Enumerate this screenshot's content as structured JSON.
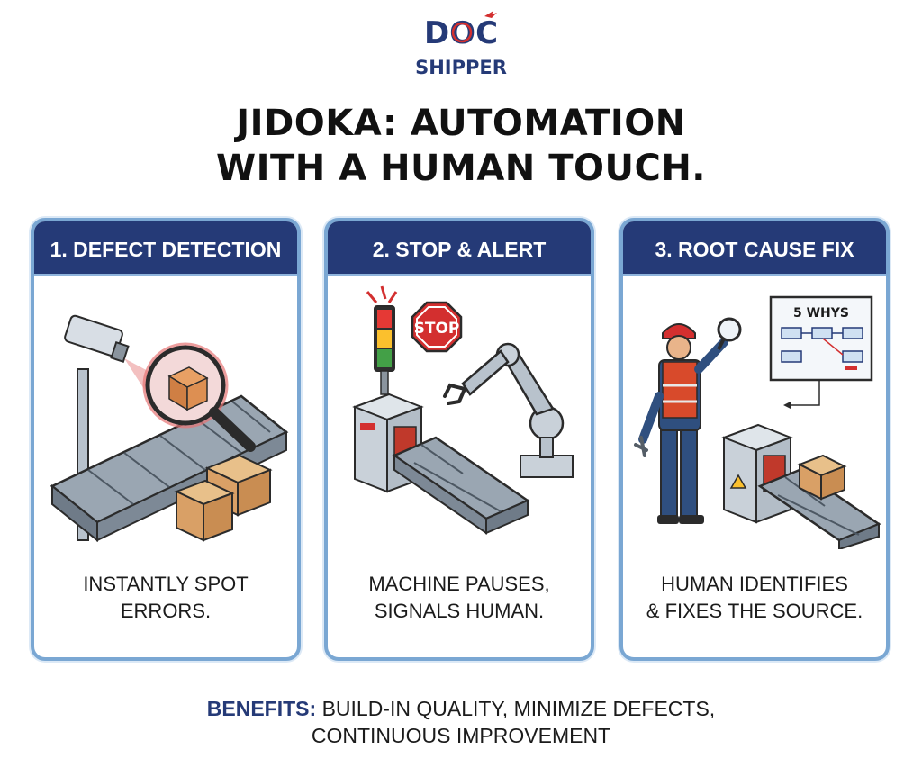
{
  "logo": {
    "line1": "DOC",
    "line2": "SHIPPER"
  },
  "title": {
    "line1": "JIDOKA: AUTOMATION",
    "line2": "WITH A HUMAN TOUCH."
  },
  "panels": [
    {
      "heading": "1. DEFECT DETECTION",
      "caption_line1": "INSTANTLY SPOT",
      "caption_line2": "ERRORS."
    },
    {
      "heading": "2. STOP & ALERT",
      "sign": "STOP",
      "caption_line1": "MACHINE PAUSES,",
      "caption_line2": "SIGNALS HUMAN."
    },
    {
      "heading": "3. ROOT CAUSE FIX",
      "board": "5 WHYS",
      "caption_line1": "HUMAN IDENTIFIES",
      "caption_line2": "& FIXES THE SOURCE."
    }
  ],
  "benefits": {
    "label": "BENEFITS:",
    "line1": "BUILD-IN QUALITY, MINIMIZE DEFECTS,",
    "line2": "CONTINUOUS IMPROVEMENT"
  },
  "colors": {
    "navy": "#253a77",
    "border": "#7aa7d3",
    "alert_red": "#d32f2f",
    "box": "#d9a066"
  },
  "icons": [
    "camera-icon",
    "magnifier-icon",
    "box-icon",
    "andon-light-icon",
    "stop-sign-icon",
    "robot-arm-icon",
    "worker-icon",
    "wrench-icon",
    "warning-icon"
  ]
}
